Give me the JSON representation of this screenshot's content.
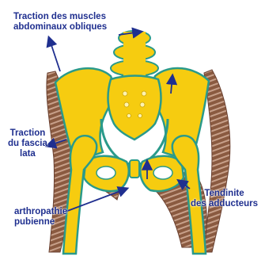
{
  "labels": {
    "oblique_line1": "Traction des muscles",
    "oblique_line2": "abdominaux obliques",
    "fascia_line1": "Traction",
    "fascia_line2": "du fascia",
    "fascia_line3": "lata",
    "adducteurs_line1": "Tendinite",
    "adducteurs_line2": "des adducteurs",
    "pubienne_line1": "arthropathie",
    "pubienne_line2": "pubienne"
  },
  "colors": {
    "bone": "#f6cc10",
    "bone_outline": "#2a9a8a",
    "muscle": "#8a5a40",
    "muscle_stripe": "#c7a08a",
    "arrow": "#1f2f8f",
    "label": "#1f2f8f",
    "background": "#ffffff"
  }
}
